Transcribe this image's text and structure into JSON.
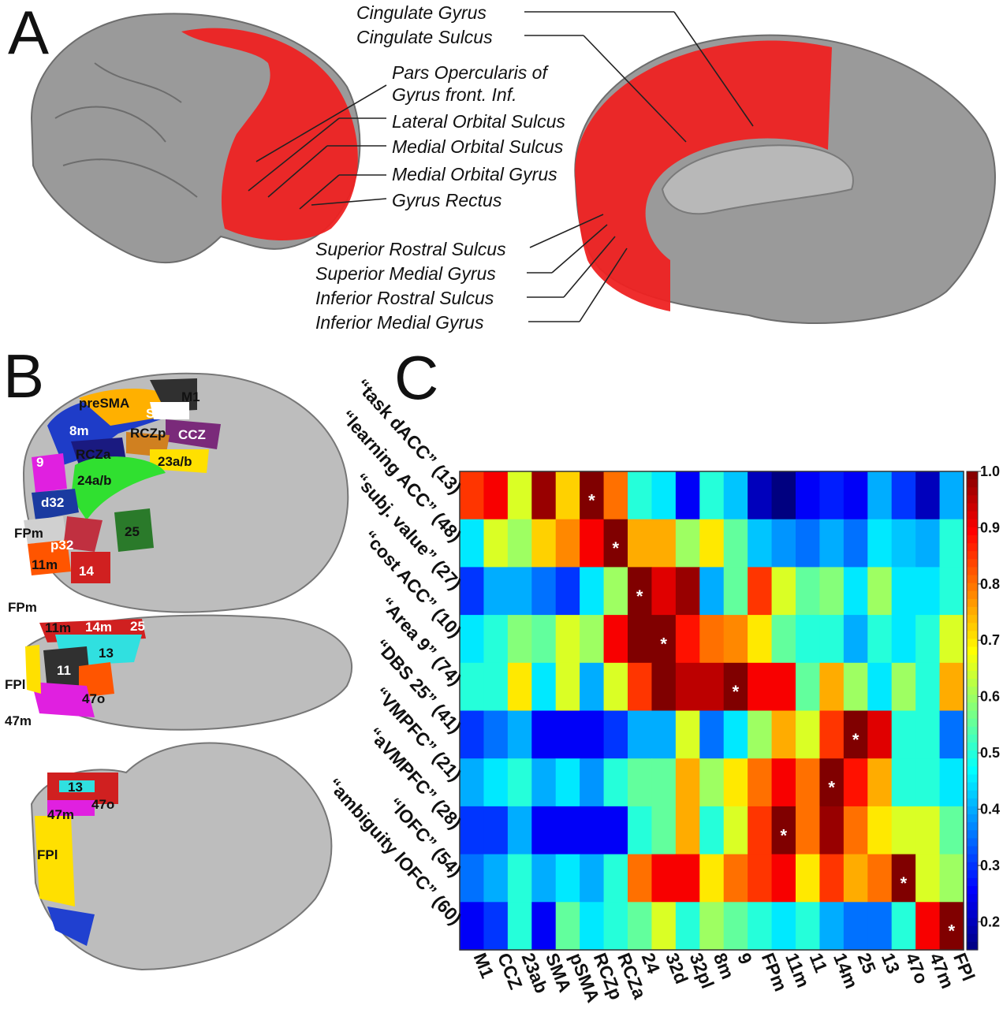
{
  "panels": {
    "a": "A",
    "b": "B",
    "c": "C"
  },
  "panel_a": {
    "labels_left": [
      "Pars Opercularis of",
      "Gyrus front. Inf.",
      "Lateral Orbital Sulcus",
      "Medial Orbital Sulcus",
      "Medial Orbital Gyrus",
      "Gyrus Rectus"
    ],
    "labels_top": [
      "Cingulate Gyrus",
      "Cingulate Sulcus"
    ],
    "labels_bottom": [
      "Superior Rostral Sulcus",
      "Superior Medial Gyrus",
      "Inferior Rostral Sulcus",
      "Inferior Medial Gyrus"
    ],
    "highlight_color": "#ee2222",
    "brain_color": "#9a9a9a"
  },
  "panel_b": {
    "medial_areas": [
      "M1",
      "SMA",
      "preSMA",
      "CCZ",
      "RCZp",
      "8m",
      "RCZa",
      "23a/b",
      "9",
      "24a/b",
      "d32",
      "FPm",
      "p32",
      "25",
      "11m",
      "14"
    ],
    "ventral_areas": [
      "FPm",
      "11m",
      "14m",
      "25",
      "13",
      "11",
      "47o",
      "FPl",
      "47m"
    ],
    "lateral_areas": [
      "13",
      "47o",
      "47m",
      "FPl"
    ]
  },
  "chart_data": {
    "type": "heatmap",
    "rows": [
      "“task dACC” (13)",
      "“learning ACC” (48)",
      "“subj. value” (27)",
      "“cost ACC” (10)",
      "“Area 9” (74)",
      "“DBS 25” (41)",
      "“VMPFC” (21)",
      "“aVMPFC” (28)",
      "“lOFC” (54)",
      "“ambiguity lOFC” (60)"
    ],
    "columns": [
      "M1",
      "CCZ",
      "23ab",
      "SMA",
      "pSMA",
      "RCZp",
      "RCZa",
      "24",
      "32d",
      "32pl",
      "8m",
      "9",
      "FPm",
      "11m",
      "11",
      "14m",
      "25",
      "13",
      "47o",
      "47m",
      "FPl"
    ],
    "values": [
      [
        0.85,
        0.9,
        0.65,
        0.98,
        0.72,
        1.0,
        0.8,
        0.5,
        0.45,
        0.25,
        0.5,
        0.42,
        0.2,
        0.1,
        0.25,
        0.28,
        0.25,
        0.4,
        0.3,
        0.2,
        0.4
      ],
      [
        0.45,
        0.65,
        0.6,
        0.72,
        0.78,
        0.9,
        1.0,
        0.75,
        0.75,
        0.6,
        0.7,
        0.55,
        0.42,
        0.38,
        0.35,
        0.4,
        0.35,
        0.45,
        0.42,
        0.4,
        0.5
      ],
      [
        0.3,
        0.4,
        0.4,
        0.35,
        0.3,
        0.45,
        0.6,
        1.0,
        0.92,
        0.98,
        0.4,
        0.55,
        0.85,
        0.65,
        0.55,
        0.58,
        0.45,
        0.6,
        0.45,
        0.45,
        0.5
      ],
      [
        0.45,
        0.5,
        0.58,
        0.55,
        0.65,
        0.6,
        0.9,
        1.0,
        1.0,
        0.88,
        0.8,
        0.78,
        0.7,
        0.55,
        0.5,
        0.5,
        0.4,
        0.5,
        0.45,
        0.5,
        0.65
      ],
      [
        0.5,
        0.5,
        0.7,
        0.45,
        0.65,
        0.4,
        0.65,
        0.85,
        1.0,
        0.95,
        0.95,
        1.0,
        0.9,
        0.9,
        0.55,
        0.75,
        0.6,
        0.45,
        0.6,
        0.5,
        0.75
      ],
      [
        0.3,
        0.35,
        0.4,
        0.25,
        0.25,
        0.25,
        0.3,
        0.4,
        0.4,
        0.65,
        0.35,
        0.45,
        0.6,
        0.75,
        0.65,
        0.85,
        1.0,
        0.92,
        0.5,
        0.5,
        0.35
      ],
      [
        0.4,
        0.45,
        0.5,
        0.4,
        0.45,
        0.38,
        0.5,
        0.55,
        0.55,
        0.75,
        0.6,
        0.7,
        0.8,
        0.9,
        0.8,
        1.0,
        0.88,
        0.75,
        0.5,
        0.5,
        0.45
      ],
      [
        0.3,
        0.3,
        0.4,
        0.25,
        0.25,
        0.25,
        0.25,
        0.5,
        0.55,
        0.75,
        0.5,
        0.65,
        0.85,
        1.0,
        0.8,
        0.98,
        0.8,
        0.7,
        0.65,
        0.65,
        0.55
      ],
      [
        0.35,
        0.4,
        0.5,
        0.4,
        0.45,
        0.4,
        0.5,
        0.8,
        0.9,
        0.9,
        0.7,
        0.8,
        0.85,
        0.9,
        0.7,
        0.85,
        0.75,
        0.8,
        1.0,
        0.65,
        0.6
      ],
      [
        0.25,
        0.3,
        0.5,
        0.25,
        0.55,
        0.45,
        0.5,
        0.55,
        0.65,
        0.5,
        0.6,
        0.55,
        0.5,
        0.45,
        0.5,
        0.4,
        0.35,
        0.35,
        0.5,
        0.9,
        1.0
      ]
    ],
    "stars": [
      [
        0,
        5
      ],
      [
        1,
        6
      ],
      [
        2,
        7
      ],
      [
        3,
        8
      ],
      [
        4,
        11
      ],
      [
        5,
        16
      ],
      [
        6,
        15
      ],
      [
        7,
        13
      ],
      [
        8,
        18
      ],
      [
        9,
        20
      ]
    ],
    "star_label": "*",
    "colorbar": {
      "min": 0.15,
      "max": 1.0,
      "ticks": [
        "1.0",
        "0.9",
        "0.8",
        "0.7",
        "0.6",
        "0.5",
        "0.4",
        "0.3",
        "0.2"
      ],
      "tick_values": [
        1.0,
        0.9,
        0.8,
        0.7,
        0.6,
        0.5,
        0.4,
        0.3,
        0.2
      ]
    },
    "colormap": "jet"
  }
}
